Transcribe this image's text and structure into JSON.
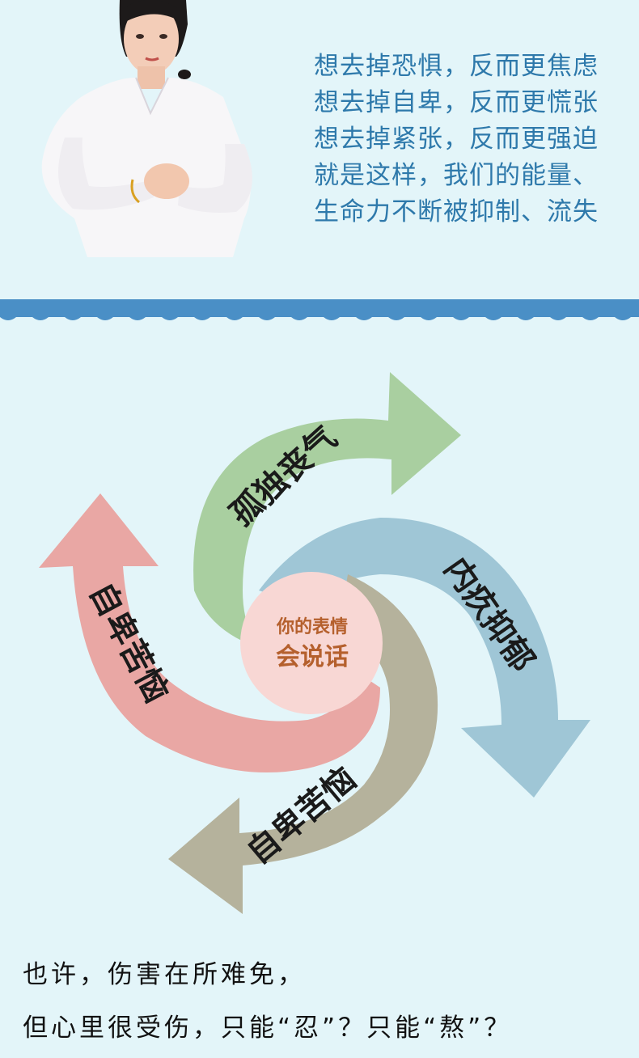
{
  "quote": {
    "lines": [
      "想去掉恐惧，反而更焦虑",
      "想去掉自卑，反而更慌张",
      "想去掉紧张，反而更强迫",
      "就是这样，我们的能量、",
      "生命力不断被抑制、流失"
    ]
  },
  "cycle": {
    "center_line1": "你的表情",
    "center_line2": "会说话",
    "arrows": [
      {
        "label": "孤独丧气",
        "color": "#a9cfa0"
      },
      {
        "label": "内疚抑郁",
        "color": "#9fc6d6"
      },
      {
        "label": "自卑苦恼",
        "color": "#b5b29c"
      },
      {
        "label": "自卑苦恼",
        "color": "#e9a7a4"
      }
    ],
    "center_color": "#f8d7d4",
    "center_text_color": "#b5602d"
  },
  "footer": {
    "line1": "也许，伤害在所难免，",
    "line2": "但心里很受伤，只能“忍”？只能“熬”？"
  },
  "colors": {
    "background": "#e3f5f9",
    "quote_text": "#2e79ab",
    "wave": "#4a8fc6"
  }
}
